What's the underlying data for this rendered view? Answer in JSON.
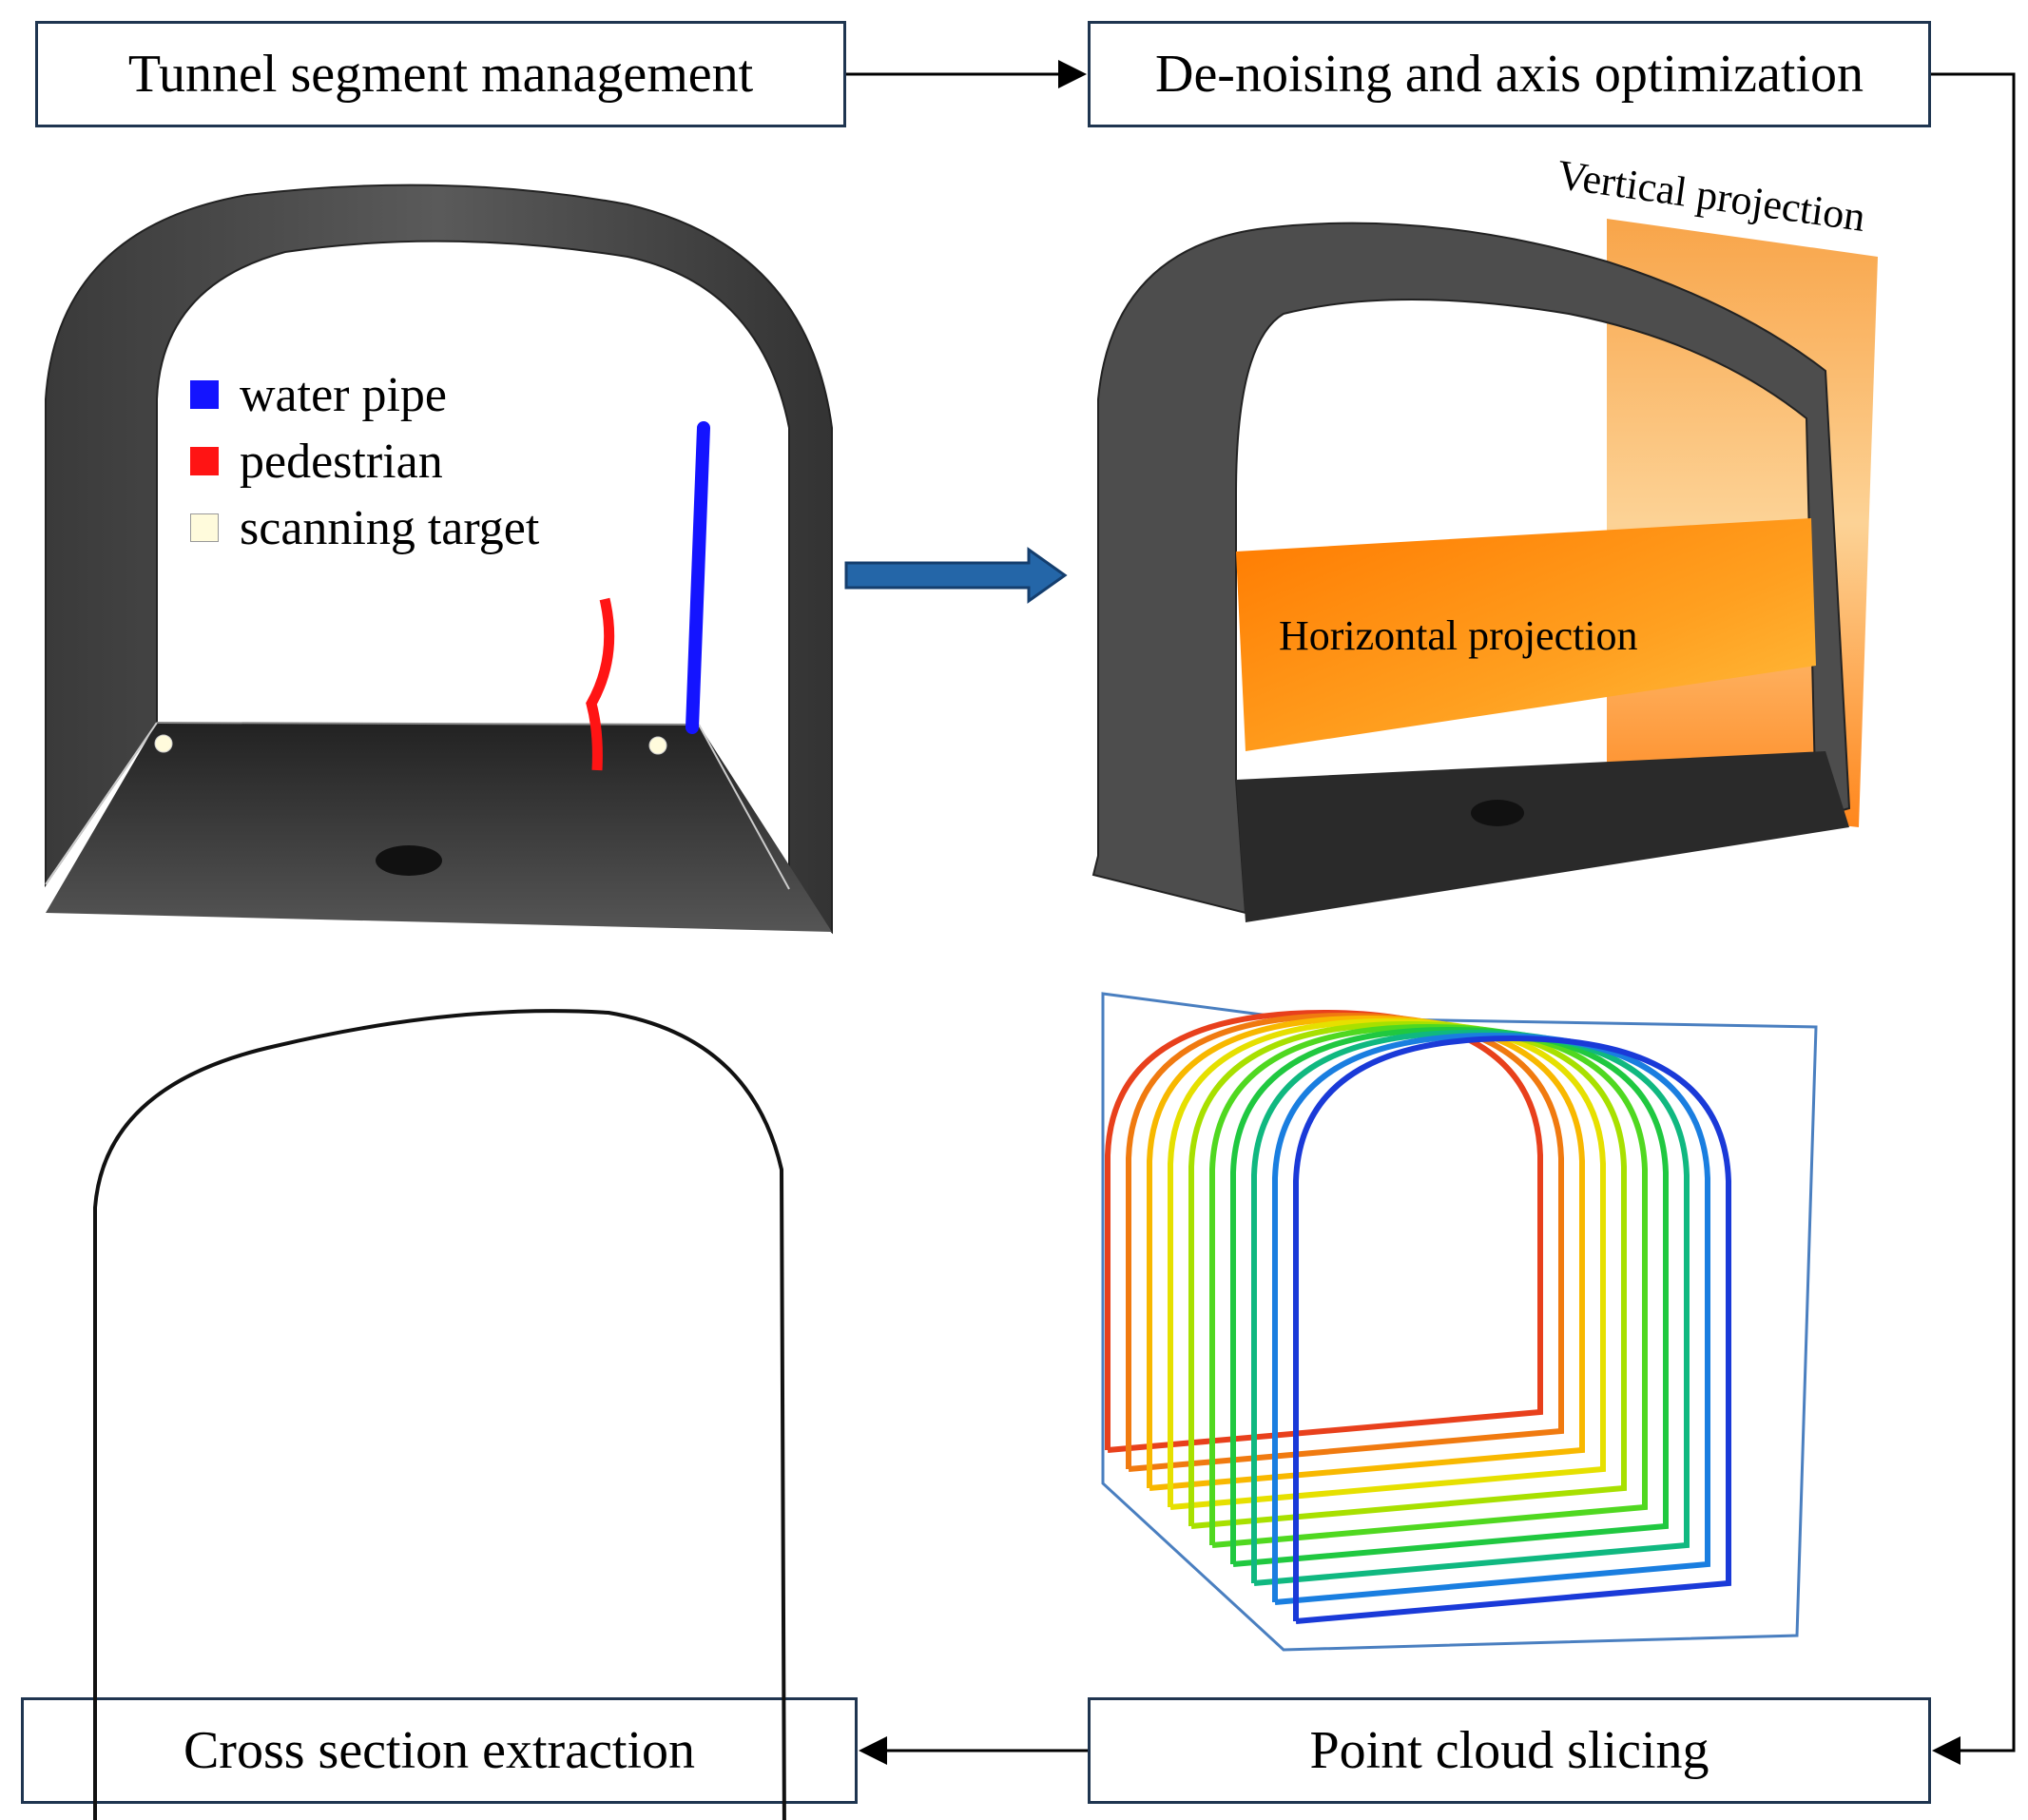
{
  "steps": {
    "step1": "Tunnel segment management",
    "step2": "De-noising and axis optimization",
    "step3": "Point cloud slicing",
    "step4": "Cross section extraction"
  },
  "legend": [
    {
      "label": "water pipe",
      "color": "#1414ff"
    },
    {
      "label": "pedestrian",
      "color": "#ff1414"
    },
    {
      "label": "scanning target",
      "color": "#fffbdc"
    }
  ],
  "projections": {
    "vertical": "Vertical projection",
    "horizontal": "Horizontal projection"
  },
  "colors": {
    "box_border": "#1f3550",
    "block_arrow": "#2466a8",
    "point_cloud": "#4a4a4a",
    "projection_orange": "#ff9a10",
    "slice_gradient": [
      "#e8401c",
      "#f07a10",
      "#f8b800",
      "#e6e000",
      "#a8e000",
      "#50d820",
      "#20c840",
      "#10b880",
      "#1a7ee0",
      "#1a3ad8"
    ]
  }
}
